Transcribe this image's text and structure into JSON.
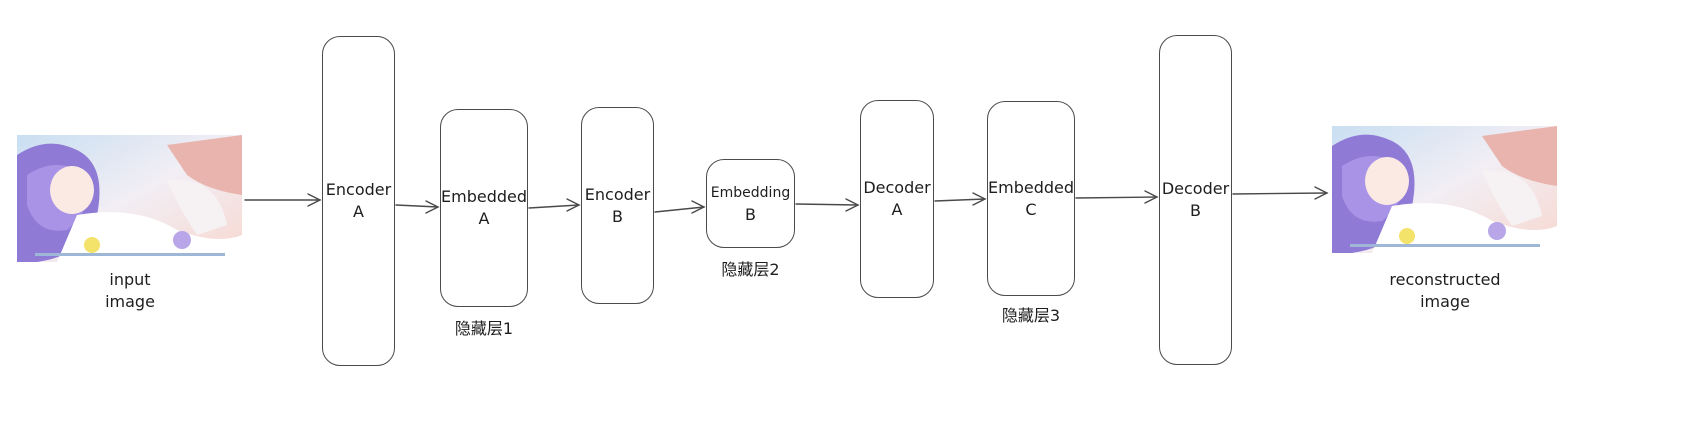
{
  "input_image": {
    "caption_line1": "input",
    "caption_line2": "image"
  },
  "output_image": {
    "caption_line1": "reconstructed",
    "caption_line2": "image"
  },
  "nodes": {
    "encoder_a": {
      "line1": "Encoder",
      "line2": "A"
    },
    "embedded_a": {
      "line1": "Embedded",
      "line2": "A"
    },
    "encoder_b": {
      "line1": "Encoder",
      "line2": "B"
    },
    "embedding_b": {
      "line1": "Embedding",
      "line2": "B"
    },
    "decoder_a": {
      "line1": "Decoder",
      "line2": "A"
    },
    "embedded_c": {
      "line1": "Embedded",
      "line2": "C"
    },
    "decoder_b": {
      "line1": "Decoder",
      "line2": "B"
    }
  },
  "labels": {
    "hidden1": "隐藏层1",
    "hidden2": "隐藏层2",
    "hidden3": "隐藏层3"
  },
  "colors": {
    "stroke": "#4a4a4a",
    "text": "#1e1e1e"
  }
}
